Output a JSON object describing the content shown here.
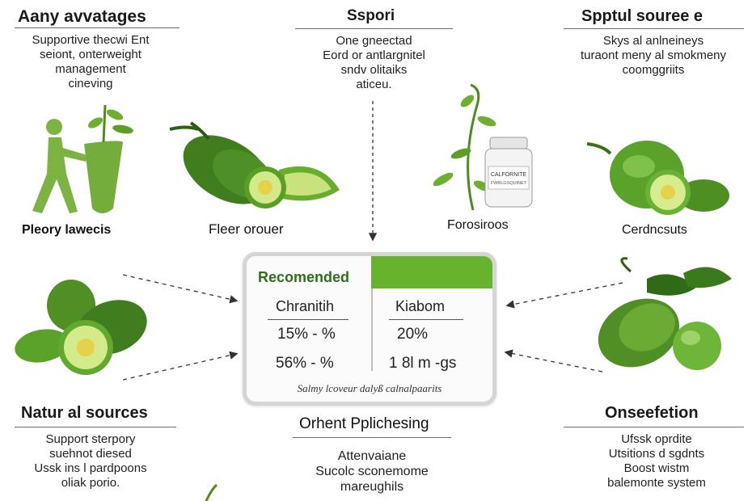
{
  "sections": {
    "top_left": {
      "title": "Aany avvatages",
      "lines": [
        "Supportive thecwi Ent",
        "seiont, onterweight",
        "management",
        "cineving"
      ]
    },
    "top_center": {
      "title": "Sspori",
      "lines": [
        "One gneectad",
        "Eord or antlargnitel",
        "sndv olitaiks",
        "aticeu."
      ]
    },
    "top_right": {
      "title": "Spptul souree e",
      "lines": [
        "Skys al anlneineys",
        "turaont meny al smokmeny",
        "coomggriits"
      ]
    },
    "bottom_left": {
      "title": "Natur al sources",
      "lines": [
        "Support sterpory",
        "suehnot diesed",
        "Ussk ins l pardpoons",
        "oliak porio."
      ]
    },
    "bottom_center": {
      "title": "Orhent Pplichesing",
      "lines": [
        "Attenvaiane",
        "Sucolc sconemome",
        "mareughils"
      ]
    },
    "bottom_right": {
      "title": "Onseefetion",
      "lines": [
        "Ufssk oprdite",
        "Utsitions d sgdnts",
        "Boost wistm",
        "balemonte system"
      ]
    }
  },
  "labels": {
    "walker": "Pleory lawecis",
    "gourds": "Fleer orouer",
    "supplement": "Forosiroos",
    "round_gourd": "Cerdncsuts"
  },
  "bottle_label": [
    "CALFORNITE",
    "FWRLGSQUINET"
  ],
  "card": {
    "title": "Recomended",
    "col1_header": "Chranitih",
    "col2_header": "Kiabom",
    "rows": [
      {
        "c1": "15% - %",
        "c2": "20%"
      },
      {
        "c1": "56% - %",
        "c2": "1 8l m -gs"
      }
    ],
    "footnote": "Salmy lcoveur dalyß calnalpaarits"
  },
  "colors": {
    "accent_green": "#68b32e",
    "dark_green": "#2f6f1a",
    "icon_green": "#7cb342"
  }
}
